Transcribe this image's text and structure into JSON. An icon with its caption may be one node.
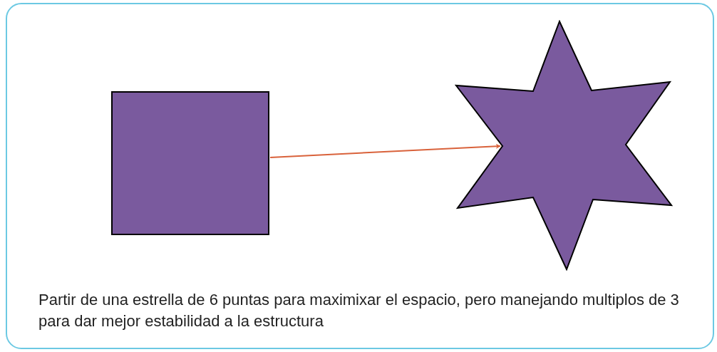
{
  "diagram": {
    "caption": "Partir de una estrella de 6 puntas para maximixar el espacio, pero manejando multiplos de 3 para dar mejor estabilidad a la estructura",
    "nodes": [
      {
        "text": [],
        "shape": "box"
      },
      {
        "text": [],
        "shape": "star"
      }
    ],
    "edges": [
      {
        "from": 0,
        "to": 1,
        "arrow": "to",
        "color": "#d9623b"
      }
    ]
  }
}
